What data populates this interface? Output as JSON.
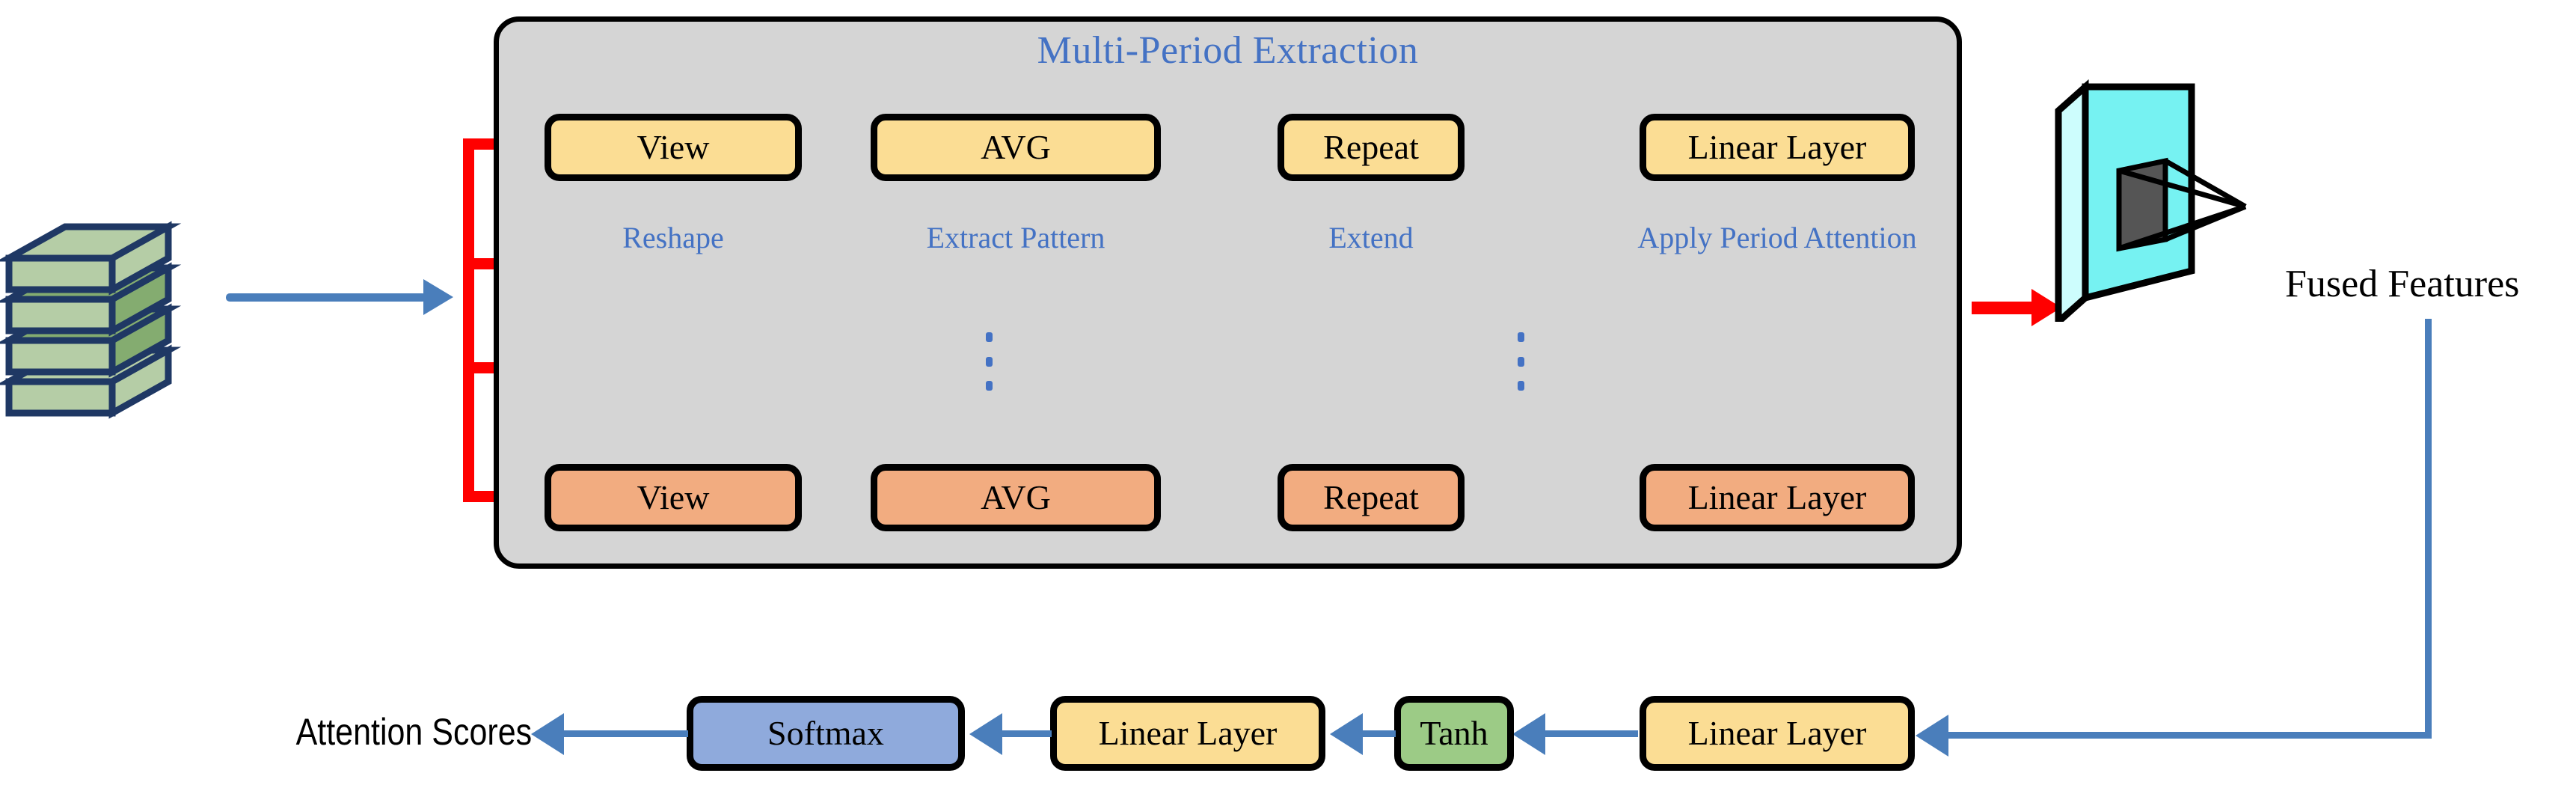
{
  "diagram": {
    "panel": {
      "title": "Multi-Period Extraction",
      "title_color": "#4472c4",
      "bg_color": "#d5d5d5"
    },
    "rows": [
      {
        "name": "top-period-row",
        "color": "#fbdd94",
        "boxes": [
          {
            "label": "View",
            "caption": "Reshape"
          },
          {
            "label": "AVG",
            "caption": "Extract Pattern"
          },
          {
            "label": "Repeat",
            "caption": "Extend"
          },
          {
            "label": "Linear Layer",
            "caption": "Apply Period Attention"
          }
        ]
      },
      {
        "name": "bottom-period-row",
        "color": "#f2ac80",
        "boxes": [
          {
            "label": "View"
          },
          {
            "label": "AVG"
          },
          {
            "label": "Repeat"
          },
          {
            "label": "Linear Layer"
          }
        ]
      }
    ],
    "ellipsis_glyph": "⋮",
    "fused_features_label": "Fused Features",
    "attention_scores_label": "Attention Scores",
    "attention_chain": [
      {
        "label": "Softmax",
        "color": "#8faadc"
      },
      {
        "label": "Linear Layer",
        "color": "#fbdd94"
      },
      {
        "label": "Tanh",
        "color": "#9ccb86"
      },
      {
        "label": "Linear Layer",
        "color": "#fbdd94"
      }
    ],
    "colors": {
      "red_arrow": "#ff0000",
      "blue_arrow": "#4a7ebb",
      "cube_light": "#b5cda6",
      "cube_dark": "#84ac70",
      "cube_outline": "#1f3864",
      "plane_cyan": "#76f2f2",
      "plane_edge": "#cdfdfd",
      "patch_gray": "#555555"
    }
  }
}
